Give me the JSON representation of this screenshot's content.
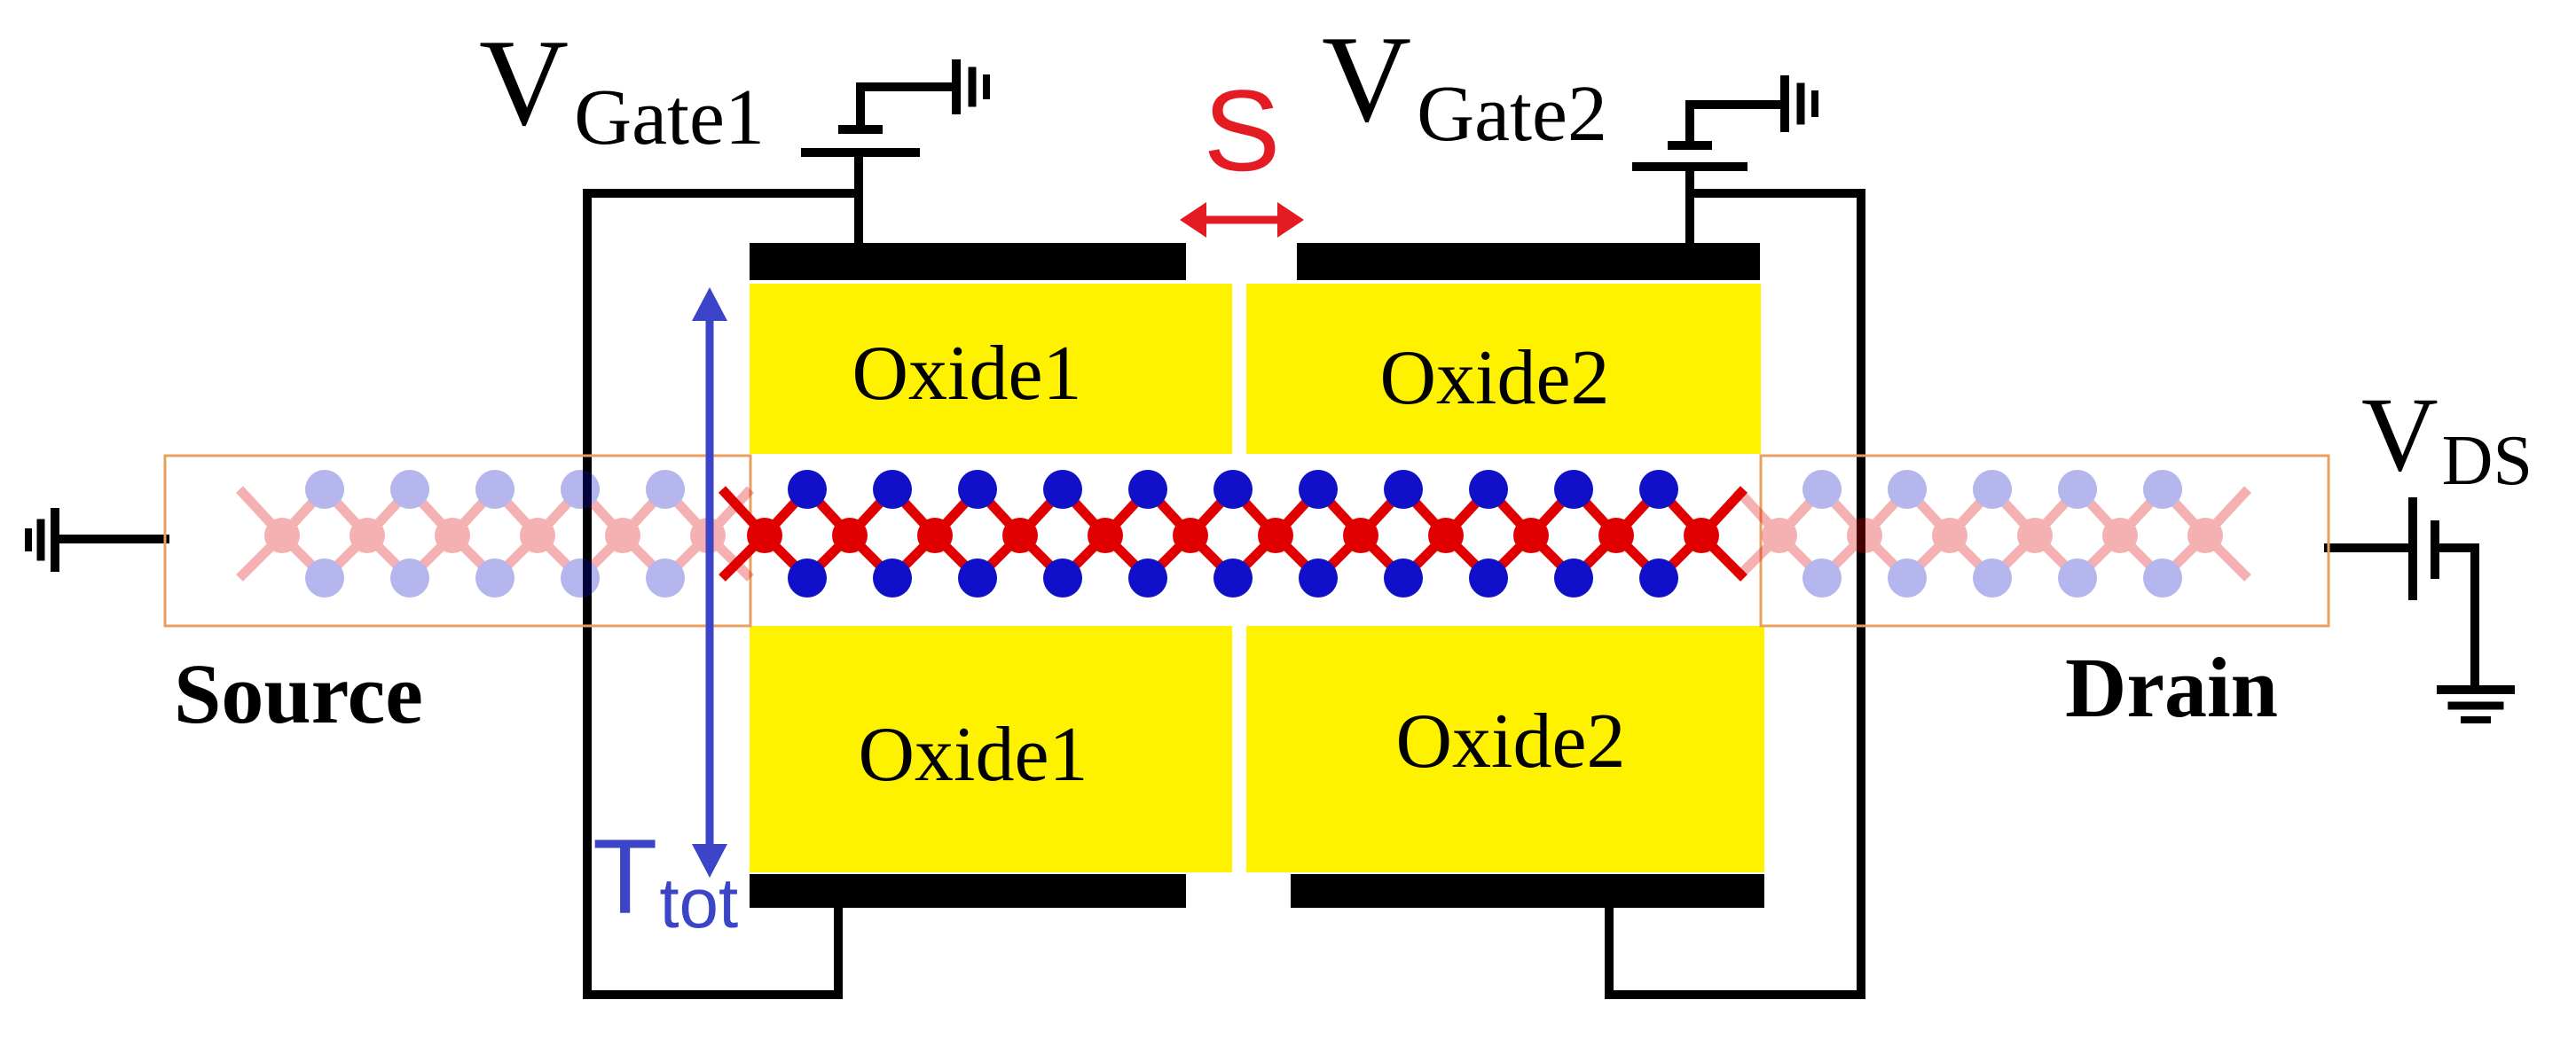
{
  "labels": {
    "vgate1_main": "V",
    "vgate1_sub": "Gate1",
    "vgate2_main": "V",
    "vgate2_sub": "Gate2",
    "vds_main": "V",
    "vds_sub": "DS",
    "spacing": "S",
    "ttot_main": "T",
    "ttot_sub": "tot",
    "source": "Source",
    "drain": "Drain",
    "oxide1_top": "Oxide1",
    "oxide2_top": "Oxide2",
    "oxide1_bottom": "Oxide1",
    "oxide2_bottom": "Oxide2"
  },
  "colors": {
    "oxide": "#fff200",
    "gate_metal": "#000000",
    "wire": "#000000",
    "spacing_arrow": "#e41b23",
    "ttot_arrow": "#3c44c8",
    "atom_metal": "#e00000",
    "atom_chalcogen": "#1010c8",
    "contact_box": "#e8a060"
  }
}
